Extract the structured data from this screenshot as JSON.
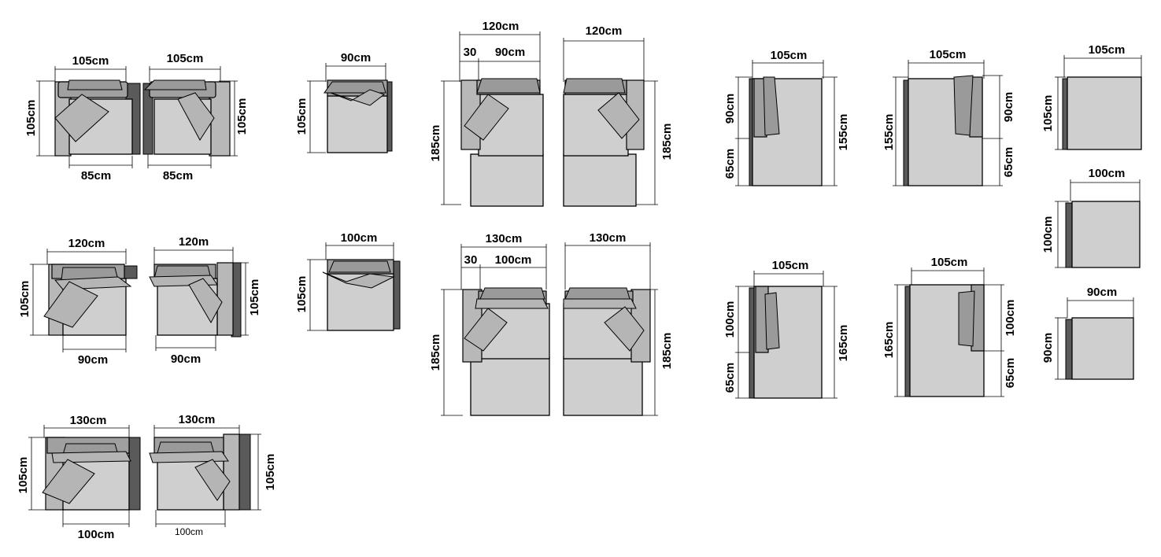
{
  "modules": [
    {
      "id": "m1",
      "top": "105cm",
      "left": "105cm",
      "bottom": "85cm"
    },
    {
      "id": "m2",
      "top": "105cm",
      "right": "105cm",
      "bottom": "85cm"
    },
    {
      "id": "m3",
      "top": "90cm",
      "left": "105cm"
    },
    {
      "id": "m4",
      "top": "120cm",
      "top2a": "30",
      "top2b": "90cm",
      "left": "185cm"
    },
    {
      "id": "m5",
      "top": "120cm",
      "right": "185cm"
    },
    {
      "id": "m6",
      "top": "105cm",
      "left_a": "90cm",
      "left_b": "65cm",
      "right": "155cm"
    },
    {
      "id": "m7",
      "top": "105cm",
      "left": "155cm",
      "right_a": "90cm",
      "right_b": "65cm"
    },
    {
      "id": "m8",
      "top": "105cm",
      "left": "105cm"
    },
    {
      "id": "m9",
      "top": "120cm",
      "left": "105cm",
      "bottom": "90cm"
    },
    {
      "id": "m10",
      "top": "120m",
      "right": "105cm",
      "bottom": "90cm"
    },
    {
      "id": "m11",
      "top": "100cm",
      "left": "105cm"
    },
    {
      "id": "m12",
      "top": "130cm",
      "top2a": "30",
      "top2b": "100cm",
      "left": "185cm"
    },
    {
      "id": "m13",
      "top": "130cm",
      "right": "185cm"
    },
    {
      "id": "m14",
      "top": "105cm",
      "left_a": "100cm",
      "left_b": "65cm",
      "right": "165cm"
    },
    {
      "id": "m15",
      "top": "105cm",
      "left": "165cm",
      "right_a": "100cm",
      "right_b": "65cm"
    },
    {
      "id": "m16",
      "top": "100cm",
      "left": "100cm"
    },
    {
      "id": "m17",
      "top": "90cm",
      "left": "90cm"
    },
    {
      "id": "m18",
      "top": "130cm",
      "left": "105cm",
      "bottom": "100cm"
    },
    {
      "id": "m19",
      "top": "130cm",
      "right": "105cm",
      "bottom": "100cm"
    }
  ]
}
